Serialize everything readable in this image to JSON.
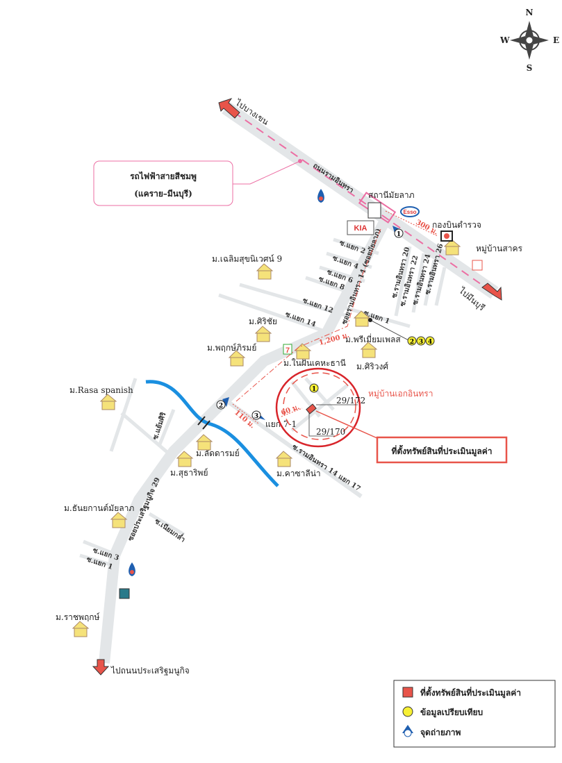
{
  "compass": {
    "n": "N",
    "s": "S",
    "e": "E",
    "w": "W"
  },
  "roads": {
    "main_road": "ถนนรามอินทรา",
    "soi_14": "ซอยรามอินทรา 14 (ซอยมัยลาภ)",
    "soi_prasert_29": "ซอยประเสริฐมนูกิจ 29",
    "side_sois": [
      "ซ.แยก 2",
      "ซ.แยก 4",
      "ซ.แยก 6",
      "ซ.แยก 8",
      "ซ.แยก 12",
      "ซ.แยก 14",
      "ซ.แยก 1",
      "แยก 7-1",
      "ซ.รามอินทรา 14 แยก 17",
      "ซ.รามอินทรา 20",
      "ซ.รามอินทรา 22",
      "ซ.รามอินทรา 24",
      "ซ.รามอินทรา 26",
      "ซ.แย้มศิริ",
      "ซ.เนียมกล่ำ",
      "ซ.แยก 3",
      "ซ.แยก 1"
    ]
  },
  "directions": {
    "to_bang_khen": "ไปบางเขน",
    "to_min_buri": "ไปมีนบุรี",
    "to_prasert": "ไปถนนประเสริฐมนูกิจ"
  },
  "callout_train": {
    "line1": "รถไฟฟ้าสายสีชมพู",
    "line2": "(แคราย–มีนบุรี)"
  },
  "places": {
    "station": "สถานีมัยลาภ",
    "police": "กองบินตำรวจ",
    "sakhon": "หมู่บ้านสาคร",
    "chaloem": "ม.เฉลิมสุขนิเวศน์ 9",
    "siri_chai": "ม.ศิริชัย",
    "phruk": "ม.พฤกษ์ภิรมย์",
    "nai_fan": "ม.ในฝันเคหะธานี",
    "premium": "ม.พรีเมี่ยมเพลส",
    "siriwong": "ม.ศิริวงศ์",
    "ek_indra": "หมู่บ้านเอกอินทรา",
    "rasa": "ม.Rasa spanish",
    "latda": "ม.ลัดดารมย์",
    "sutha": "ม.สุธาริพย์",
    "kasa": "ม.คาซาลีน่า",
    "thanya": "ม.ธันยกานต์มัยลาภ",
    "ratcha": "ม.ราชพฤกษ์"
  },
  "brands": {
    "kia": "KIA",
    "esso": "Esso",
    "seven": "7"
  },
  "distances": {
    "d300": "300 ม.",
    "d1200": "1,200 ม.",
    "d110": "110 ม.",
    "d60": "60 ม."
  },
  "markers": {
    "photo1": "1",
    "photo2": "2",
    "photo3": "3",
    "comp1": "1",
    "comp2": "2",
    "comp3": "3",
    "comp4": "4"
  },
  "plots": {
    "p1": "29/172",
    "p2": "29/170"
  },
  "subject_callout": "ที่ตั้งทรัพย์สินที่ประเมินมูลค่า",
  "legend": {
    "items": [
      {
        "label": "ที่ตั้งทรัพย์สินที่ประเมินมูลค่า",
        "icon": "red-square",
        "color": "#e8544a"
      },
      {
        "label": "ข้อมูลเปรียบเทียบ",
        "icon": "yellow-circle",
        "color": "#f7f034"
      },
      {
        "label": "จุดถ่ายภาพ",
        "icon": "camera-point",
        "color": "#1f5fb0"
      }
    ]
  },
  "colors": {
    "road": "#e3e6e8",
    "pink_line": "#ec6ea3",
    "river": "#1a8fe0",
    "red": "#e8544a",
    "circle": "#d8242a"
  }
}
